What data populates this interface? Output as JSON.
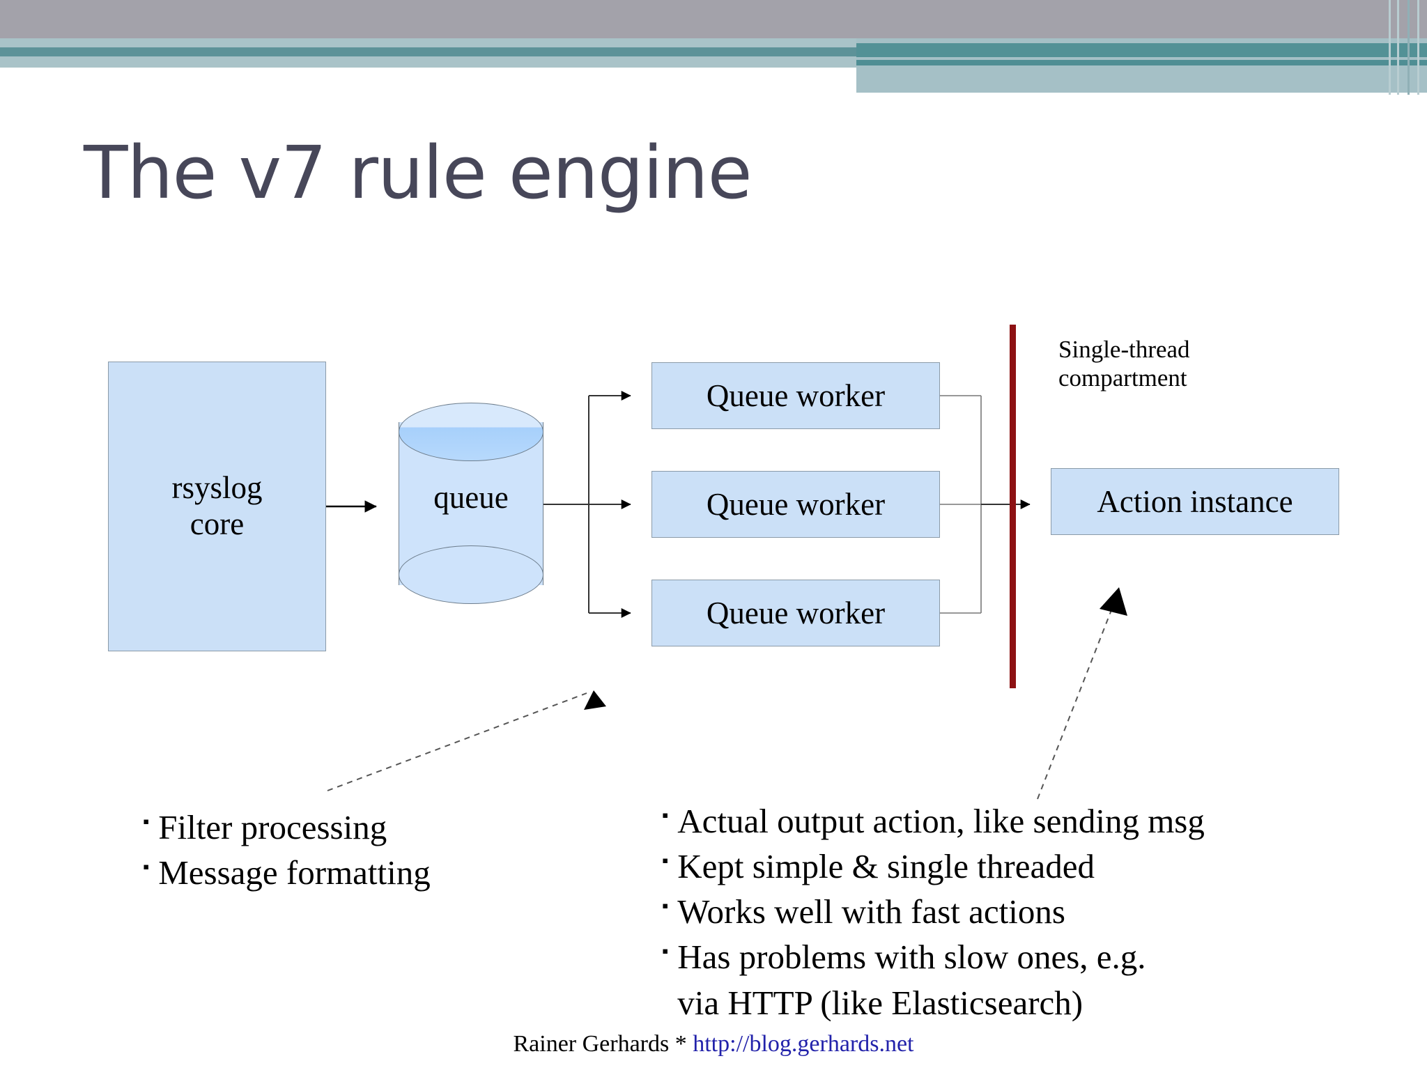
{
  "slide": {
    "title": "The v7 rule engine"
  },
  "diagram": {
    "rsyslog_core": {
      "line1": "rsyslog",
      "line2": "core"
    },
    "queue": {
      "label": "queue"
    },
    "workers": [
      {
        "label": "Queue worker"
      },
      {
        "label": "Queue worker"
      },
      {
        "label": "Queue worker"
      }
    ],
    "action_instance": {
      "label": "Action instance"
    },
    "single_thread": {
      "label": "Single-thread\ncompartment"
    },
    "colors": {
      "box_fill": "#cbe0f7",
      "box_border": "#8a9aa8",
      "divider_red": "#8d1113",
      "title_slate": "#474759",
      "band_gray": "#a3a2aa",
      "band_teal_dark": "#5d9298",
      "band_teal_light": "#a9c3c8",
      "link_blue": "#2222aa"
    }
  },
  "notes": {
    "left": [
      "Filter processing",
      "Message formatting"
    ],
    "right": [
      "Actual output action, like sending msg",
      "Kept simple & single threaded",
      "Works well with fast actions",
      "Has problems with slow ones, e.g.\nvia HTTP (like Elasticsearch)"
    ],
    "bullet_glyph": "▪"
  },
  "footer": {
    "author": "Rainer Gerhards * ",
    "url": "http://blog.gerhards.net"
  }
}
